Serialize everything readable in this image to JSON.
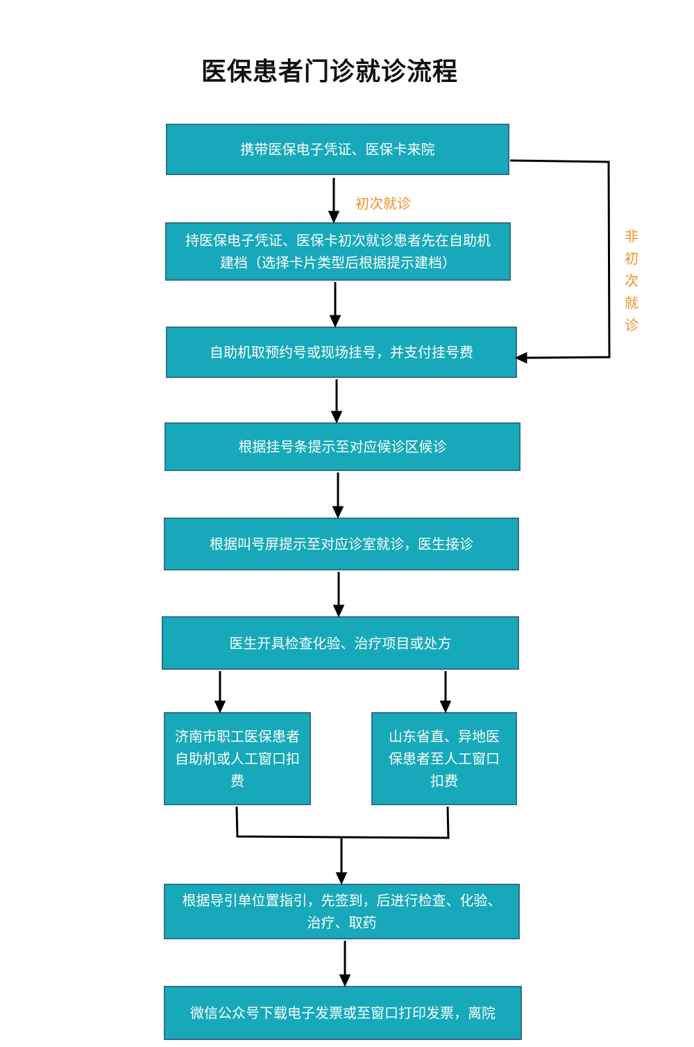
{
  "title": "医保患者门诊就诊流程",
  "steps": {
    "s1": "携带医保电子凭证、医保卡来院",
    "s2": "持医保电子凭证、医保卡初次就诊患者先在自助机建档（选择卡片类型后根据提示建档）",
    "s3": "自助机取预约号或现场挂号，并支付挂号费",
    "s4": "根据挂号条提示至对应候诊区候诊",
    "s5": "根据叫号屏提示至对应诊室就诊，医生接诊",
    "s6": "医生开具检查化验、治疗项目或处方",
    "s7a": "济南市职工医保患者自助机或人工窗口扣费",
    "s7b": "山东省直、异地医保患者至人工窗口扣费",
    "s8": "根据导引单位置指引，先签到，后进行检查、化验、治疗、取药",
    "s9": "微信公众号下载电子发票或至窗口打印发票，离院"
  },
  "labels": {
    "first_visit": "初次就诊",
    "non_first_visit": "非初次就诊"
  },
  "colors": {
    "box_fill": "#17a9b9",
    "box_border": "#2f6e8c",
    "label": "#f0902a",
    "arrow": "#000000"
  }
}
